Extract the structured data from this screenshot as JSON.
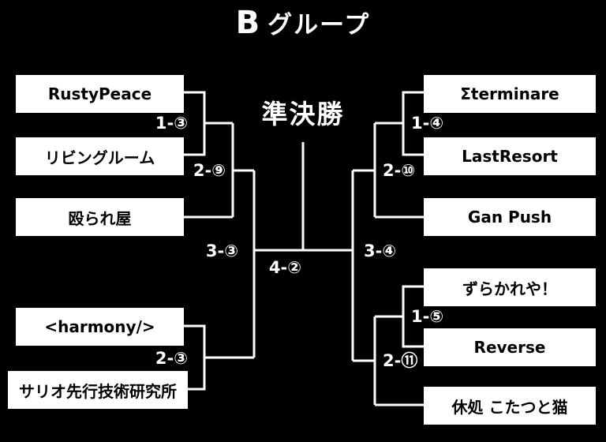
{
  "title": {
    "group_letter": "B",
    "group_word": "グループ"
  },
  "semifinal_label": "準決勝",
  "final_label": "4-②",
  "left_bracket": {
    "teams": [
      "RustyPeace",
      "リビングルーム",
      "殴られ屋",
      "<harmony/>",
      "サリオ先行技術研究所"
    ],
    "match_labels": {
      "round1_top": "1-③",
      "round2_top": "2-⑨",
      "round1_bottom": "2-③",
      "semifinal": "3-③"
    }
  },
  "right_bracket": {
    "teams": [
      "Σterminare",
      "LastResort",
      "Gan Push",
      "ずらかれや！",
      "Reverse",
      "休処 こたつと猫"
    ],
    "match_labels": {
      "round1_top": "1-④",
      "round2_top": "2-⑩",
      "round1_bottom": "1-⑤",
      "round2_bottom": "2-⑪",
      "semifinal": "3-④"
    }
  }
}
